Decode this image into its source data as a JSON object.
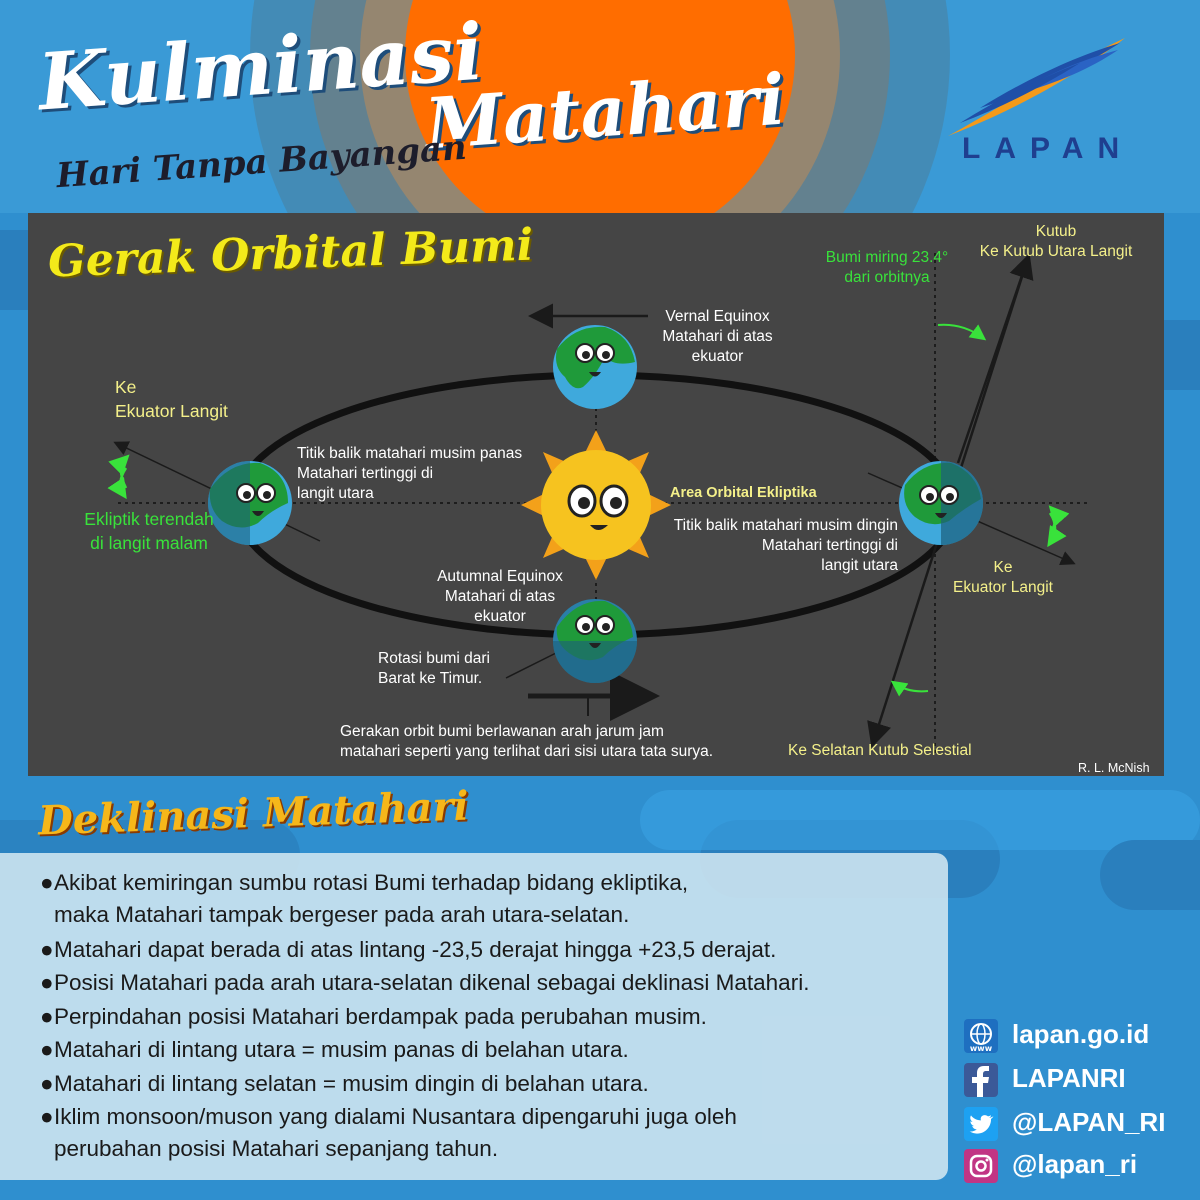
{
  "header": {
    "title_word1": "Kulminasi",
    "title_word2": "Matahari",
    "subtitle": "Hari Tanpa Bayangan",
    "logo_text": "LAPAN"
  },
  "panel": {
    "title": "Gerak Orbital Bumi",
    "labels": {
      "vernal": [
        "Vernal Equinox",
        "Matahari di atas",
        "ekuator"
      ],
      "summer": [
        "Titik balik matahari musim panas",
        "Matahari tertinggi di",
        "langit utara"
      ],
      "area": "Area Orbital Ekliptika",
      "winter": [
        "Titik balik matahari musim dingin",
        "Matahari tertinggi di",
        "langit utara"
      ],
      "autumn": [
        "Autumnal Equinox",
        "Matahari di atas",
        "ekuator"
      ],
      "rotation": [
        "Rotasi bumi dari",
        "Barat ke Timur."
      ],
      "orbit_dir": [
        "Gerakan orbit bumi berlawanan arah jarum jam",
        "matahari seperti yang terlihat dari sisi utara tata surya."
      ],
      "left_equator": [
        "Ke",
        "Ekuator Langit"
      ],
      "ecliptic_low": [
        "Ekliptik terendah",
        "di langit malam"
      ],
      "tilt": [
        "Bumi miring 23.4°",
        "dari orbitnya"
      ],
      "pole": [
        "Kutub",
        "Ke Kutub Utara Langit"
      ],
      "right_equator": [
        "Ke",
        "Ekuator Langit"
      ],
      "south_pole": "Ke Selatan Kutub Selestial",
      "credit": "R. L. McNish"
    }
  },
  "declination": {
    "title": "Deklinasi Matahari",
    "bullets": [
      [
        "Akibat kemiringan sumbu rotasi Bumi terhadap bidang ekliptika,",
        "maka Matahari tampak bergeser pada arah utara-selatan."
      ],
      [
        "Matahari dapat berada di atas lintang -23,5 derajat hingga +23,5 derajat."
      ],
      [
        "Posisi Matahari pada arah utara-selatan dikenal sebagai deklinasi Matahari."
      ],
      [
        "Perpindahan posisi Matahari berdampak pada perubahan musim."
      ],
      [
        "Matahari di lintang utara = musim panas di belahan utara."
      ],
      [
        "Matahari di lintang selatan = musim dingin di belahan utara."
      ],
      [
        "Iklim monsoon/muson yang dialami Nusantara dipengaruhi juga oleh",
        "perubahan posisi Matahari sepanjang tahun."
      ]
    ]
  },
  "contacts": [
    {
      "icon": "web-icon",
      "text": "lapan.go.id"
    },
    {
      "icon": "facebook-icon",
      "text": "LAPANRI"
    },
    {
      "icon": "twitter-icon",
      "text": "@LAPAN_RI"
    },
    {
      "icon": "instagram-icon",
      "text": "@lapan_ri"
    }
  ],
  "colors": {
    "background": "#2f8fcf",
    "panel": "#454545",
    "sun_orange": "#ff6d00",
    "title_yellow": "#f3ea1a",
    "subtitle_orange": "#f6b71a",
    "label_green": "#39e23b"
  }
}
